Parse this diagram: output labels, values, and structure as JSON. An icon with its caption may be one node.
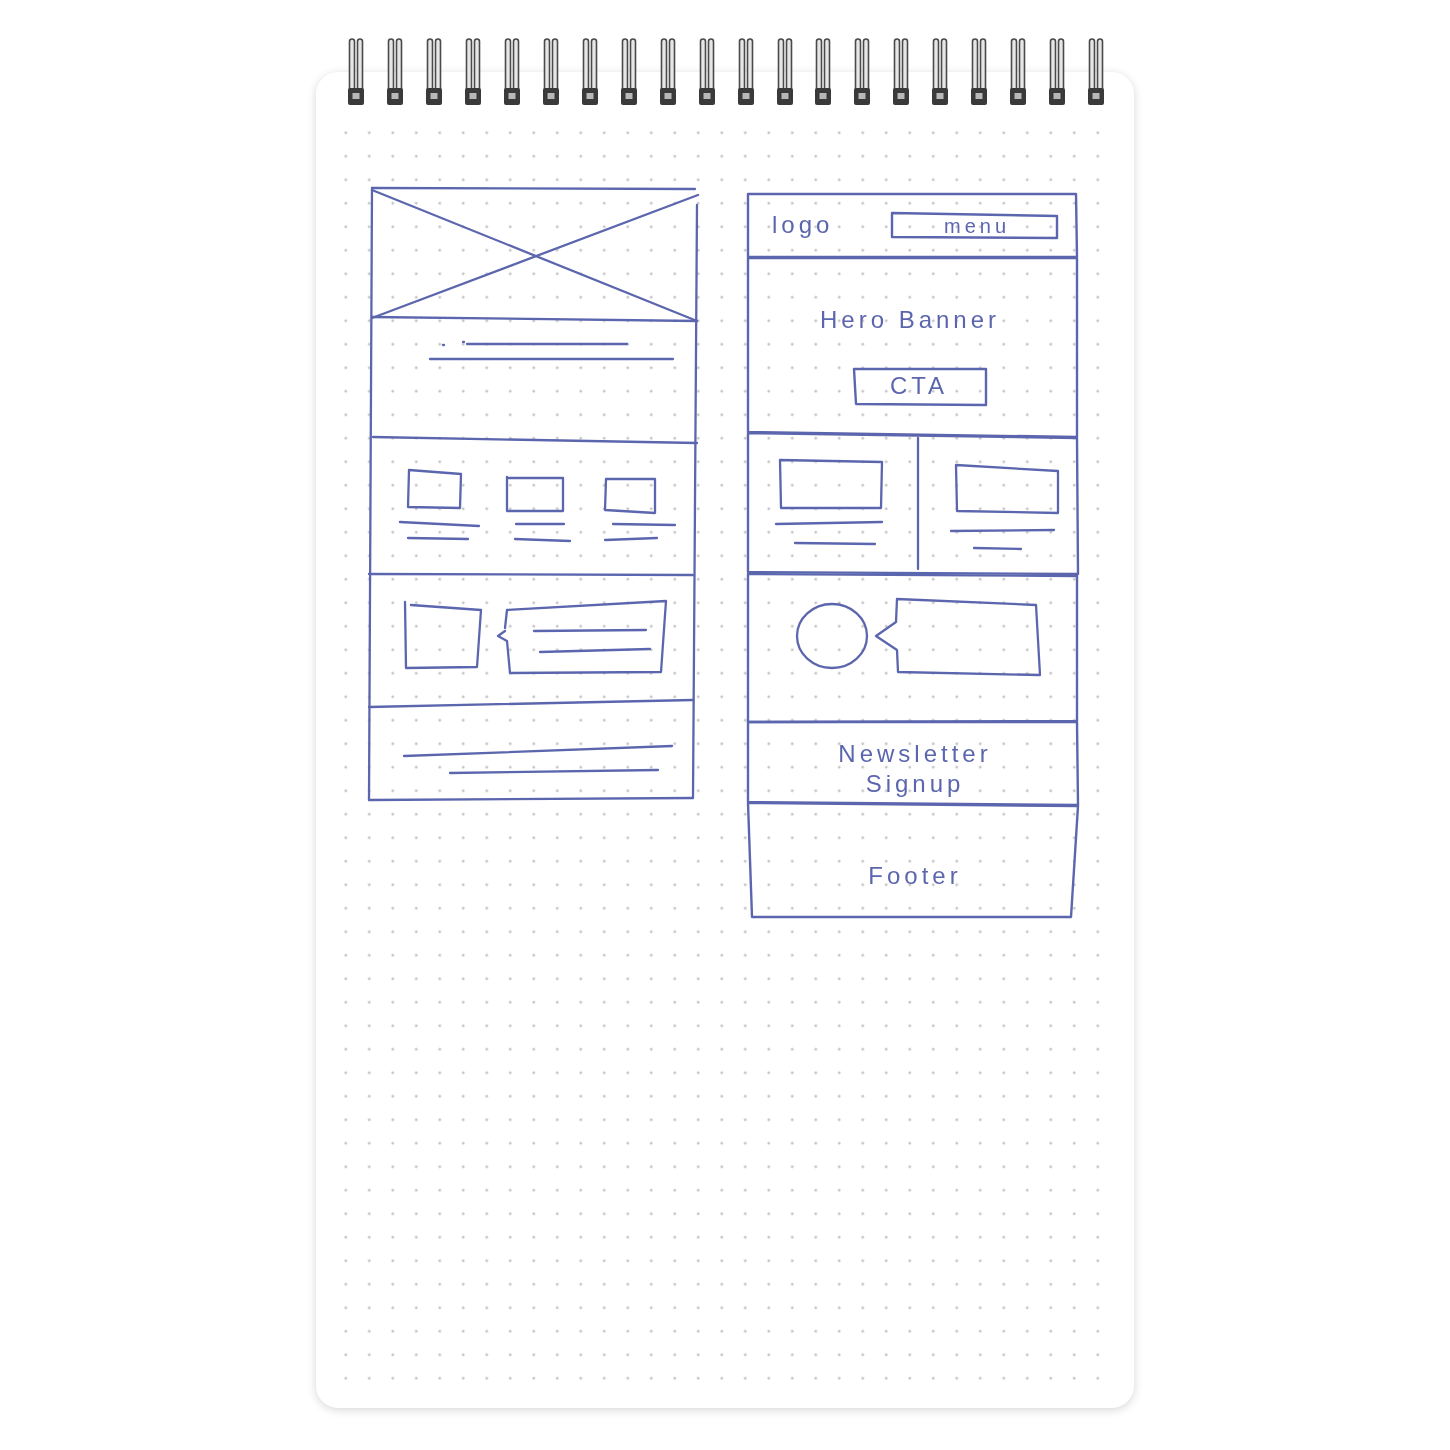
{
  "diagram": {
    "nodes": [
      {
        "text": [
          "logo"
        ]
      },
      {
        "text": [
          "menu"
        ],
        "in": 0
      },
      {
        "text": [
          "Hero Banner"
        ]
      },
      {
        "text": [
          "CTA"
        ],
        "in": 2
      },
      {
        "text": [],
        "shape": "box"
      },
      {
        "text": [],
        "shape": "box"
      },
      {
        "text": [
          "Newsletter Signup"
        ]
      },
      {
        "text": [
          "Footer"
        ]
      }
    ]
  }
}
